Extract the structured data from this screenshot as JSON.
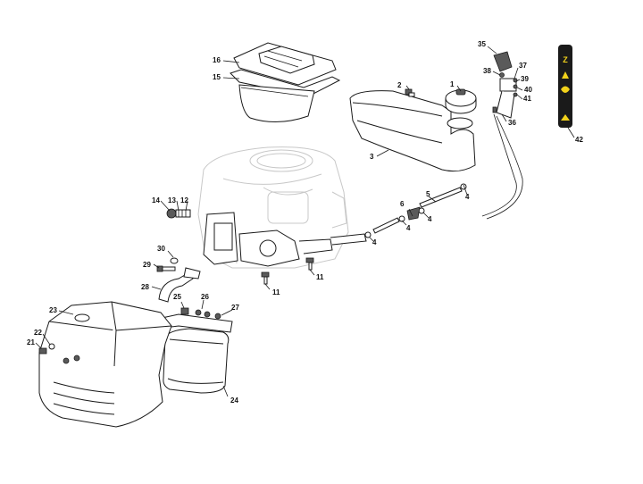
{
  "callouts": [
    {
      "id": "1",
      "text": "1"
    },
    {
      "id": "2",
      "text": "2"
    },
    {
      "id": "3",
      "text": "3"
    },
    {
      "id": "4a",
      "text": "4"
    },
    {
      "id": "4b",
      "text": "4"
    },
    {
      "id": "4c",
      "text": "4"
    },
    {
      "id": "4d",
      "text": "4"
    },
    {
      "id": "5",
      "text": "5"
    },
    {
      "id": "6",
      "text": "6"
    },
    {
      "id": "11a",
      "text": "11"
    },
    {
      "id": "11b",
      "text": "11"
    },
    {
      "id": "12",
      "text": "12"
    },
    {
      "id": "13",
      "text": "13"
    },
    {
      "id": "14",
      "text": "14"
    },
    {
      "id": "15",
      "text": "15"
    },
    {
      "id": "16",
      "text": "16"
    },
    {
      "id": "21",
      "text": "21"
    },
    {
      "id": "22",
      "text": "22"
    },
    {
      "id": "23",
      "text": "23"
    },
    {
      "id": "24",
      "text": "24"
    },
    {
      "id": "25",
      "text": "25"
    },
    {
      "id": "26",
      "text": "26"
    },
    {
      "id": "27",
      "text": "27"
    },
    {
      "id": "28",
      "text": "28"
    },
    {
      "id": "29",
      "text": "29"
    },
    {
      "id": "30",
      "text": "30"
    },
    {
      "id": "35",
      "text": "35"
    },
    {
      "id": "36",
      "text": "36"
    },
    {
      "id": "37",
      "text": "37"
    },
    {
      "id": "38",
      "text": "38"
    },
    {
      "id": "39",
      "text": "39"
    },
    {
      "id": "40",
      "text": "40"
    },
    {
      "id": "41",
      "text": "41"
    },
    {
      "id": "42",
      "text": "42"
    }
  ],
  "colors": {
    "ink": "#1a1a1a",
    "ghost": "#c8c8c8",
    "decal": "#1a1a1a",
    "decal_accent": "#f2d21b"
  }
}
